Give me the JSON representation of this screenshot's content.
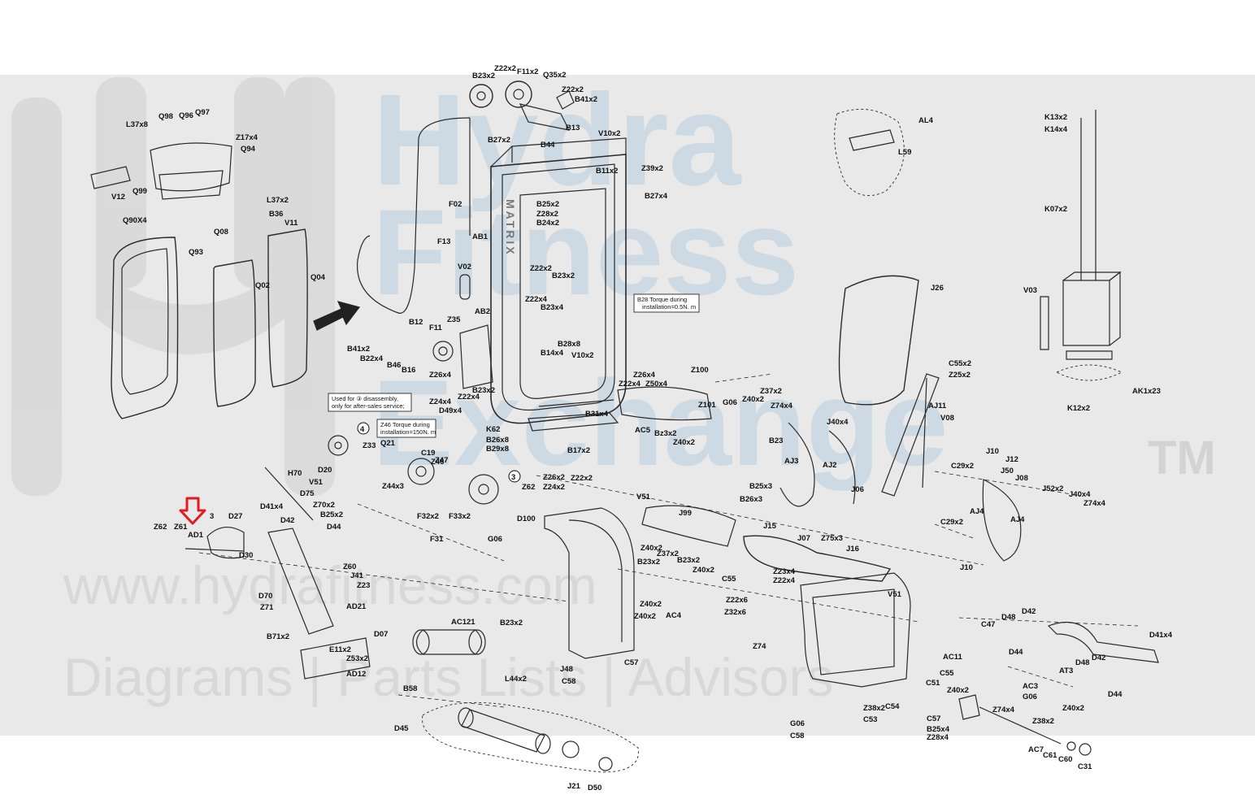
{
  "watermark": {
    "word1": "Hydra",
    "word2": "Fitness",
    "word3": "Exchange",
    "tm": "TM",
    "url": "www.hydrafitness.com",
    "tagline": "Diagrams | Parts Lists | Advisors"
  },
  "frame_brand": "MATRIX",
  "notes": {
    "b28_torque_line1": "B28 Torque during",
    "b28_torque_line2": "installation=0.5N. m",
    "disassembly_line1": "Used for ③ disassembly,",
    "disassembly_line2": "only for after-sales service;",
    "z46_torque_line1": "Z46 Torque during",
    "z46_torque_line2": "installation=150N. m"
  },
  "step_markers": [
    "4",
    "3"
  ],
  "highlight": {
    "part": "AD1",
    "color": "#e11b22"
  },
  "labels": [
    "B23x2",
    "Z22x2",
    "F11x2",
    "Q35x2",
    "Z22x2",
    "B41x2",
    "B13",
    "V10x2",
    "B27x2",
    "B44",
    "B11x2",
    "Z39x2",
    "B27x4",
    "F02",
    "B25x2",
    "Z28x2",
    "B24x2",
    "F13",
    "AB1",
    "V02",
    "Z22x2",
    "B23x2",
    "Z22x4",
    "B23x4",
    "B12",
    "F11",
    "Z35",
    "AB2",
    "B41x2",
    "B22x4",
    "B46",
    "B16",
    "B14x4",
    "V10x2",
    "B28x8",
    "Z26x4",
    "Z22x4",
    "B23x2",
    "Z24x4",
    "D49x4",
    "K62",
    "B26x8",
    "B29x8",
    "B31x4",
    "B17x2",
    "Z26x4",
    "Z22x4",
    "Z50x4",
    "Z100",
    "G06",
    "Z40x2",
    "Z37x2",
    "Z101",
    "AC5",
    "Bz3x2",
    "Z40x2",
    "L37x8",
    "Q98",
    "Q96",
    "Q97",
    "Z17x4",
    "Q94",
    "V12",
    "Q99",
    "Q90X4",
    "Q08",
    "L37x2",
    "B36",
    "V11",
    "Q93",
    "Q02",
    "Q04",
    "AL4",
    "L59",
    "K13x2",
    "K14x4",
    "K07x2",
    "V03",
    "AK1x23",
    "K12x2",
    "J26",
    "C55x2",
    "Z25x2",
    "AJ11",
    "V08",
    "Z74x4",
    "J40x4",
    "B23",
    "AJ3",
    "AJ2",
    "J06",
    "C29x2",
    "J10",
    "J12",
    "J50",
    "J08",
    "J52x2",
    "J40x4",
    "Z74x4",
    "B25x3",
    "B26x3",
    "AJ4",
    "AJ4",
    "J07",
    "Z75x3",
    "C29x2",
    "J10",
    "Q21",
    "Z33",
    "D20",
    "C19",
    "Z47",
    "Z46",
    "Z44x3",
    "H70",
    "V51",
    "D75",
    "D41x4",
    "Z70x2",
    "B25x2",
    "D42",
    "D44",
    "F32x2",
    "F33x2",
    "F31",
    "Z62",
    "Z26x2",
    "Z22x2",
    "Z24x2",
    "V51",
    "D100",
    "G06",
    "J99",
    "Z62",
    "Z61",
    "AD1",
    "3",
    "D27",
    "D30",
    "Z60",
    "J41",
    "Z23",
    "D70",
    "Z71",
    "AD21",
    "B71x2",
    "D07",
    "E11x2",
    "Z53x2",
    "AD12",
    "J15",
    "J16",
    "Z23x4",
    "Z22x4",
    "C55",
    "Z22x6",
    "Z32x6",
    "V51",
    "Z40x2",
    "Z37x2",
    "B23x2",
    "Z40x2",
    "B23x2",
    "Z40x2",
    "AC4",
    "B23x2",
    "Z40x2",
    "AC121",
    "J48",
    "C58",
    "C57",
    "B58",
    "D45",
    "L44x2",
    "J21",
    "D50",
    "Z74",
    "AC11",
    "C55",
    "C51",
    "Z40x2",
    "Z38x2",
    "C53",
    "C54",
    "G06",
    "C58",
    "C57",
    "B25x4",
    "Z28x4",
    "Z74x4",
    "AC3",
    "G06",
    "Z40x2",
    "Z38x2",
    "AC7",
    "C61",
    "C60",
    "C31",
    "C47",
    "D48",
    "D42",
    "D44",
    "D41x4",
    "AT3",
    "D48",
    "D42",
    "D44",
    "D41x4"
  ]
}
